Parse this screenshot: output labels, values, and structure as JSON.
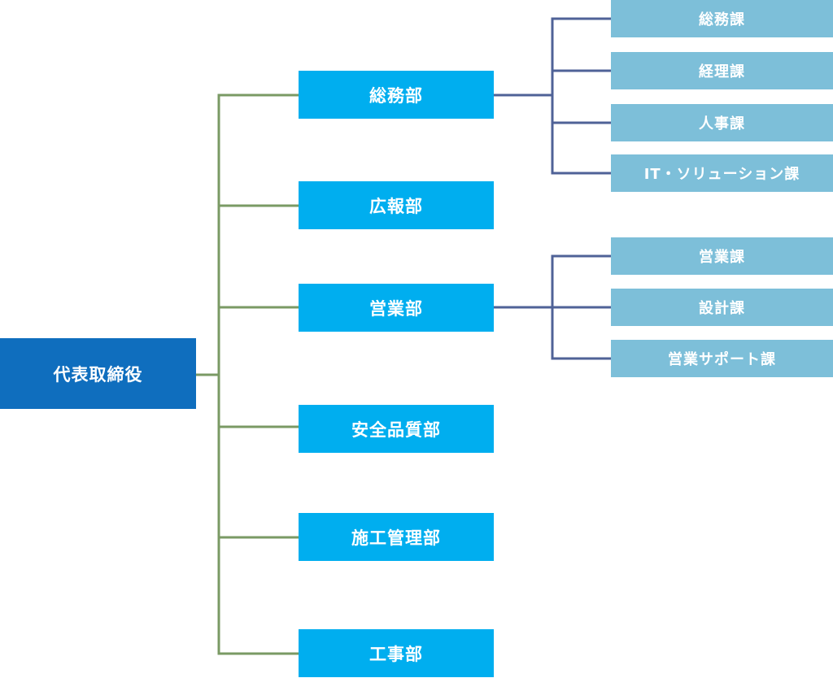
{
  "colors": {
    "root": "#0f6ebe",
    "department": "#00aeef",
    "section": "#7dbfd9",
    "connector_departments": "#7a9a64",
    "connector_sections": "#4f6297",
    "text": "#ffffff"
  },
  "org": {
    "root": {
      "label": "代表取締役"
    },
    "departments": [
      {
        "label": "総務部",
        "sections": [
          {
            "label": "総務課"
          },
          {
            "label": "経理課"
          },
          {
            "label": "人事課"
          },
          {
            "label": "IT・ソリューション課"
          }
        ]
      },
      {
        "label": "広報部",
        "sections": []
      },
      {
        "label": "営業部",
        "sections": [
          {
            "label": "営業課"
          },
          {
            "label": "設計課"
          },
          {
            "label": "営業サポート課"
          }
        ]
      },
      {
        "label": "安全品質部",
        "sections": []
      },
      {
        "label": "施工管理部",
        "sections": []
      },
      {
        "label": "工事部",
        "sections": []
      }
    ]
  }
}
